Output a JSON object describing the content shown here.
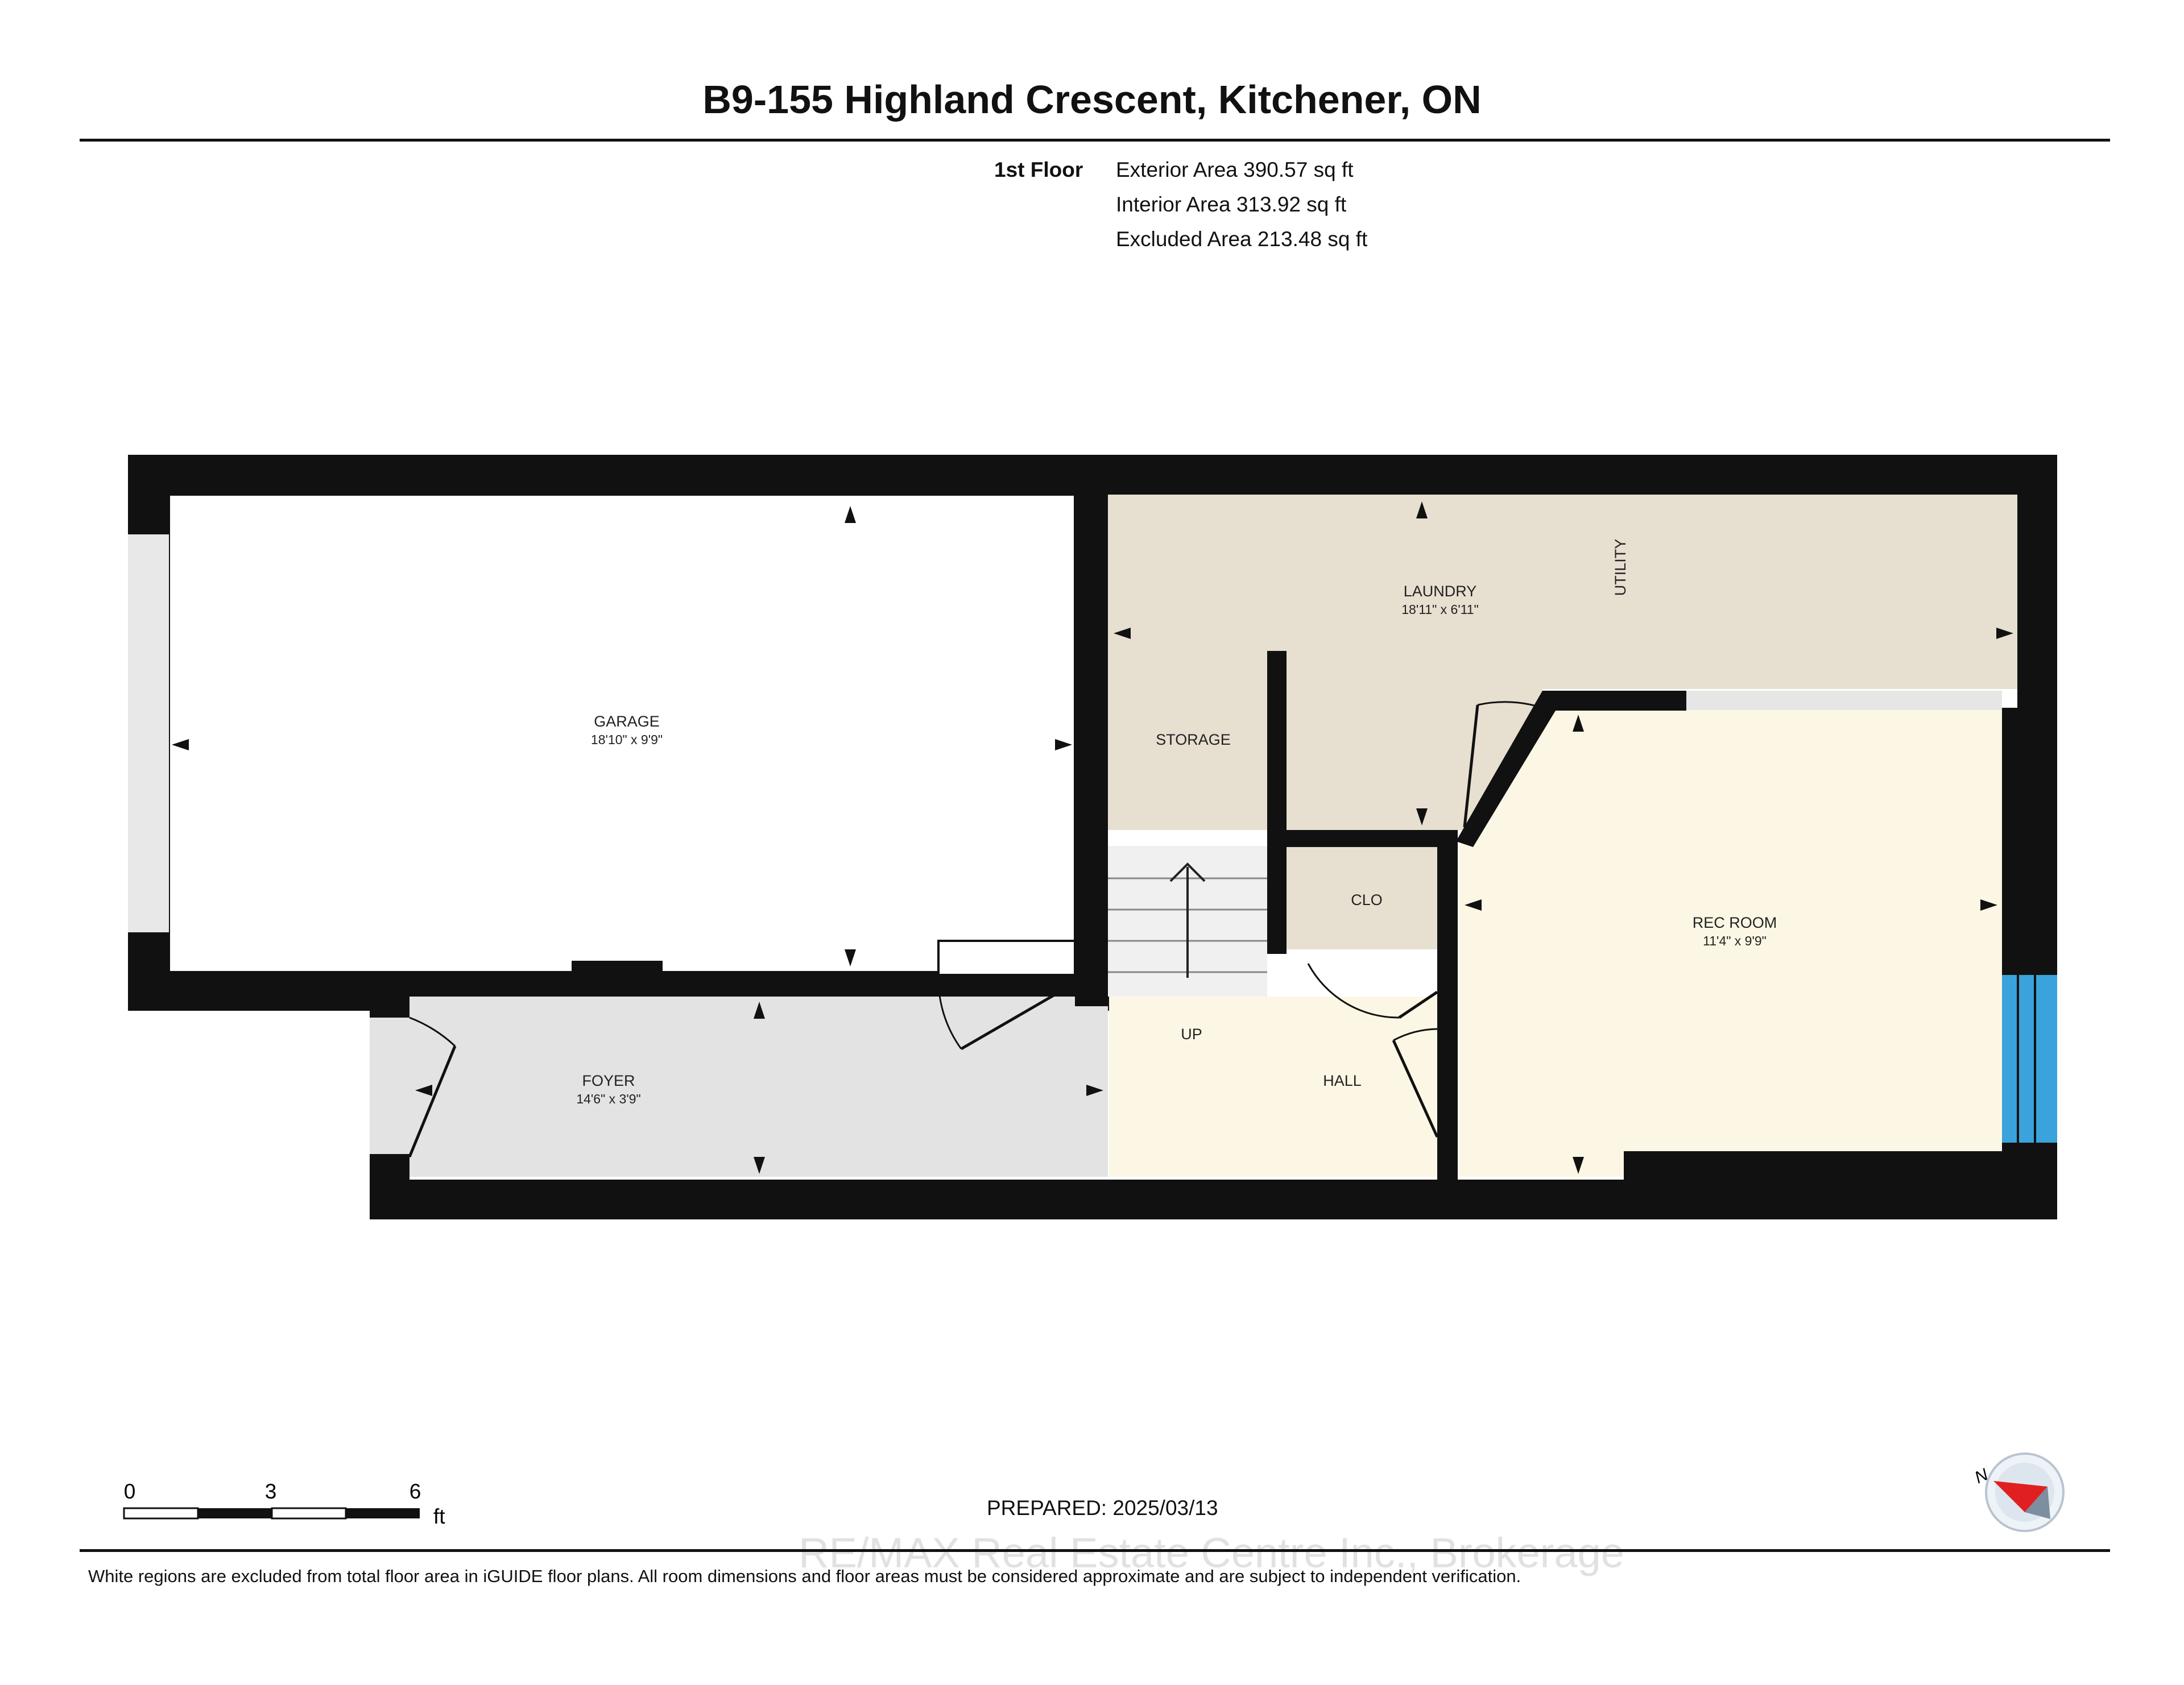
{
  "title": "B9-155 Highland Crescent, Kitchener, ON",
  "floor": {
    "label": "1st Floor",
    "exterior_area": "Exterior Area 390.57 sq ft",
    "interior_area": "Interior Area 313.92 sq ft",
    "excluded_area": "Excluded Area 213.48 sq ft"
  },
  "rooms": {
    "garage": {
      "name": "GARAGE",
      "dims": "18'10\" x 9'9\""
    },
    "laundry": {
      "name": "LAUNDRY",
      "dims": "18'11\" x 6'11\""
    },
    "utility": {
      "name": "UTILITY"
    },
    "storage": {
      "name": "STORAGE"
    },
    "clo": {
      "name": "CLO"
    },
    "rec_room": {
      "name": "REC ROOM",
      "dims": "11'4\" x 9'9\""
    },
    "foyer": {
      "name": "FOYER",
      "dims": "14'6\" x 3'9\""
    },
    "up": {
      "name": "UP"
    },
    "hall": {
      "name": "HALL"
    }
  },
  "scale": {
    "ticks": [
      "0",
      "3",
      "6"
    ],
    "unit": "ft"
  },
  "prepared": "PREPARED: 2025/03/13",
  "watermark": "RE/MAX Real Estate Centre Inc., Brokerage",
  "disclaimer": "White regions are excluded from total floor area in iGUIDE floor plans. All room dimensions and floor areas must be considered approximate and are subject to independent verification.",
  "compass_label": "N",
  "colors": {
    "wall": "#111111",
    "garage": "#ffffff",
    "laundry": "#e7dfd0",
    "rec_room": "#fcf7e4",
    "foyer": "#e3e3e3",
    "stairs": "#f0f0f0",
    "window": "#3aa3dc",
    "compass_red": "#e02020"
  }
}
